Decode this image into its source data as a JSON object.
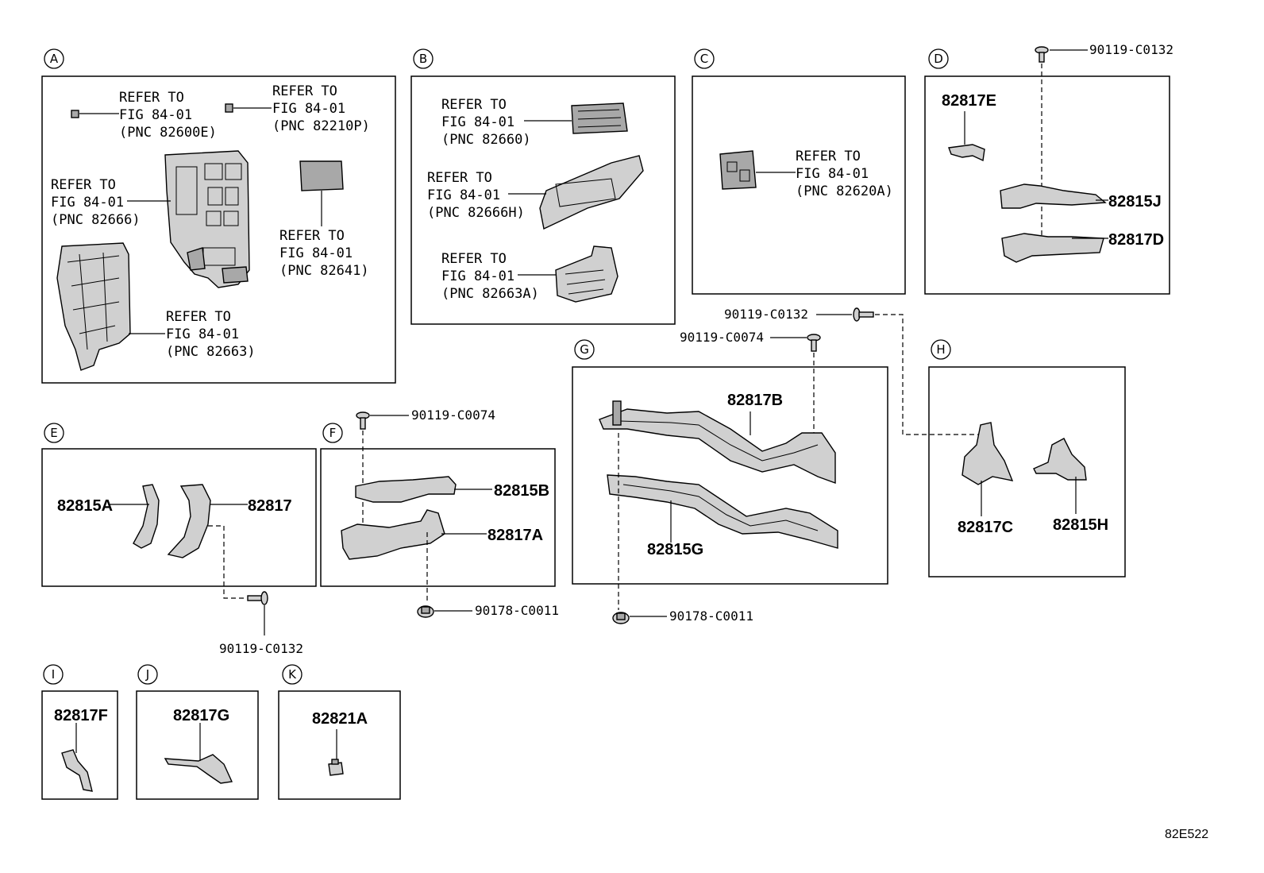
{
  "figure_code": "82E522",
  "sections": {
    "A": {
      "letter": "A",
      "refs": [
        {
          "line1": "REFER TO",
          "line2": "FIG 84-01",
          "line3": "(PNC 82600E)"
        },
        {
          "line1": "REFER TO",
          "line2": "FIG 84-01",
          "line3": "(PNC 82210P)"
        },
        {
          "line1": "REFER TO",
          "line2": "FIG 84-01",
          "line3": "(PNC 82666)"
        },
        {
          "line1": "REFER TO",
          "line2": "FIG 84-01",
          "line3": "(PNC 82641)"
        },
        {
          "line1": "REFER TO",
          "line2": "FIG 84-01",
          "line3": "(PNC 82663)"
        }
      ]
    },
    "B": {
      "letter": "B",
      "refs": [
        {
          "line1": "REFER TO",
          "line2": "FIG 84-01",
          "line3": "(PNC 82660)"
        },
        {
          "line1": "REFER TO",
          "line2": "FIG 84-01",
          "line3": "(PNC 82666H)"
        },
        {
          "line1": "REFER TO",
          "line2": "FIG 84-01",
          "line3": "(PNC 82663A)"
        }
      ]
    },
    "C": {
      "letter": "C",
      "refs": [
        {
          "line1": "REFER TO",
          "line2": "FIG 84-01",
          "line3": "(PNC 82620A)"
        }
      ]
    },
    "D": {
      "letter": "D",
      "parts": [
        "82817E",
        "82815J",
        "82817D"
      ],
      "fastener": "90119-C0132"
    },
    "E": {
      "letter": "E",
      "parts": [
        "82815A",
        "82817"
      ],
      "fastener": "90119-C0132"
    },
    "F": {
      "letter": "F",
      "parts": [
        "82815B",
        "82817A"
      ],
      "fastener_top": "90119-C0074",
      "fastener_bottom": "90178-C0011"
    },
    "G": {
      "letter": "G",
      "parts": [
        "82817B",
        "82815G"
      ],
      "fastener_top1": "90119-C0132",
      "fastener_top2": "90119-C0074",
      "fastener_bottom": "90178-C0011"
    },
    "H": {
      "letter": "H",
      "parts": [
        "82817C",
        "82815H"
      ]
    },
    "I": {
      "letter": "I",
      "parts": [
        "82817F"
      ]
    },
    "J": {
      "letter": "J",
      "parts": [
        "82817G"
      ]
    },
    "K": {
      "letter": "K",
      "parts": [
        "82821A"
      ]
    }
  }
}
